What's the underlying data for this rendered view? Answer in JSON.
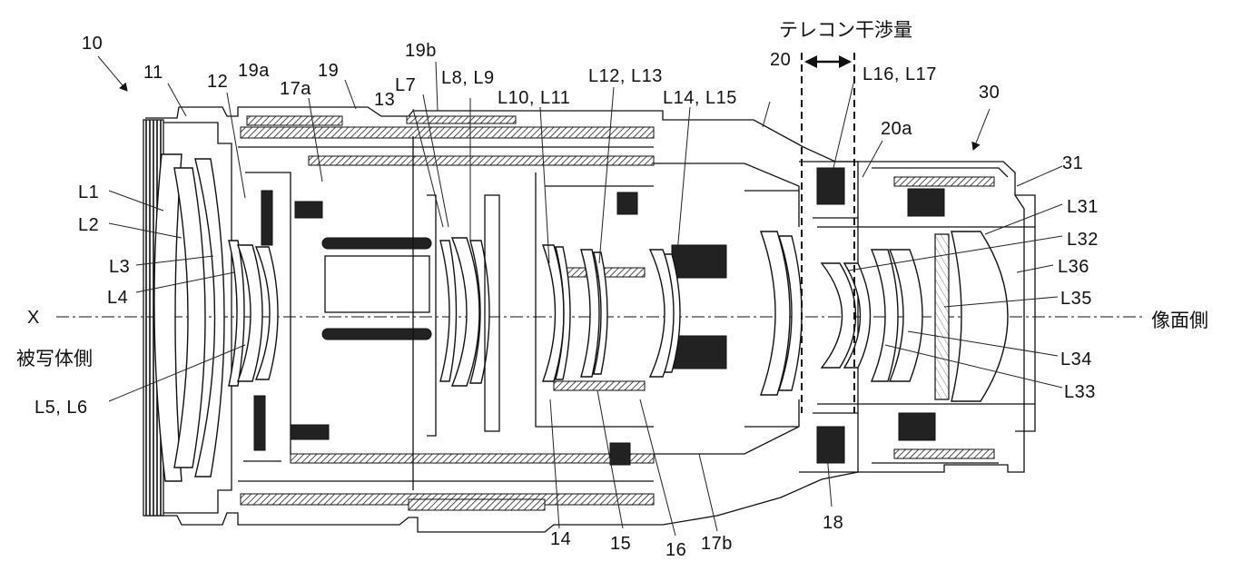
{
  "labels": {
    "n10": "10",
    "n11": "11",
    "n12": "12",
    "n19a": "19a",
    "n17a": "17a",
    "n19": "19",
    "n13": "13",
    "n19b": "19b",
    "L7": "L7",
    "L8L9": "L8, L9",
    "L10L11": "L10, L11",
    "L12L13": "L12, L13",
    "L14L15": "L14, L15",
    "n20": "20",
    "L16L17": "L16, L17",
    "n20a": "20a",
    "n30": "30",
    "n31": "31",
    "L1": "L1",
    "L2": "L2",
    "L3": "L3",
    "L4": "L4",
    "X": "X",
    "L5L6": "L5, L6",
    "L31": "L31",
    "L32": "L32",
    "L36": "L36",
    "L35": "L35",
    "L34": "L34",
    "L33": "L33",
    "n14": "14",
    "n15": "15",
    "n16": "16",
    "n17b": "17b",
    "n18": "18",
    "teleconInterference": "テレコン干渉量",
    "objectSide": "被写体側",
    "imageSide": "像面側"
  }
}
